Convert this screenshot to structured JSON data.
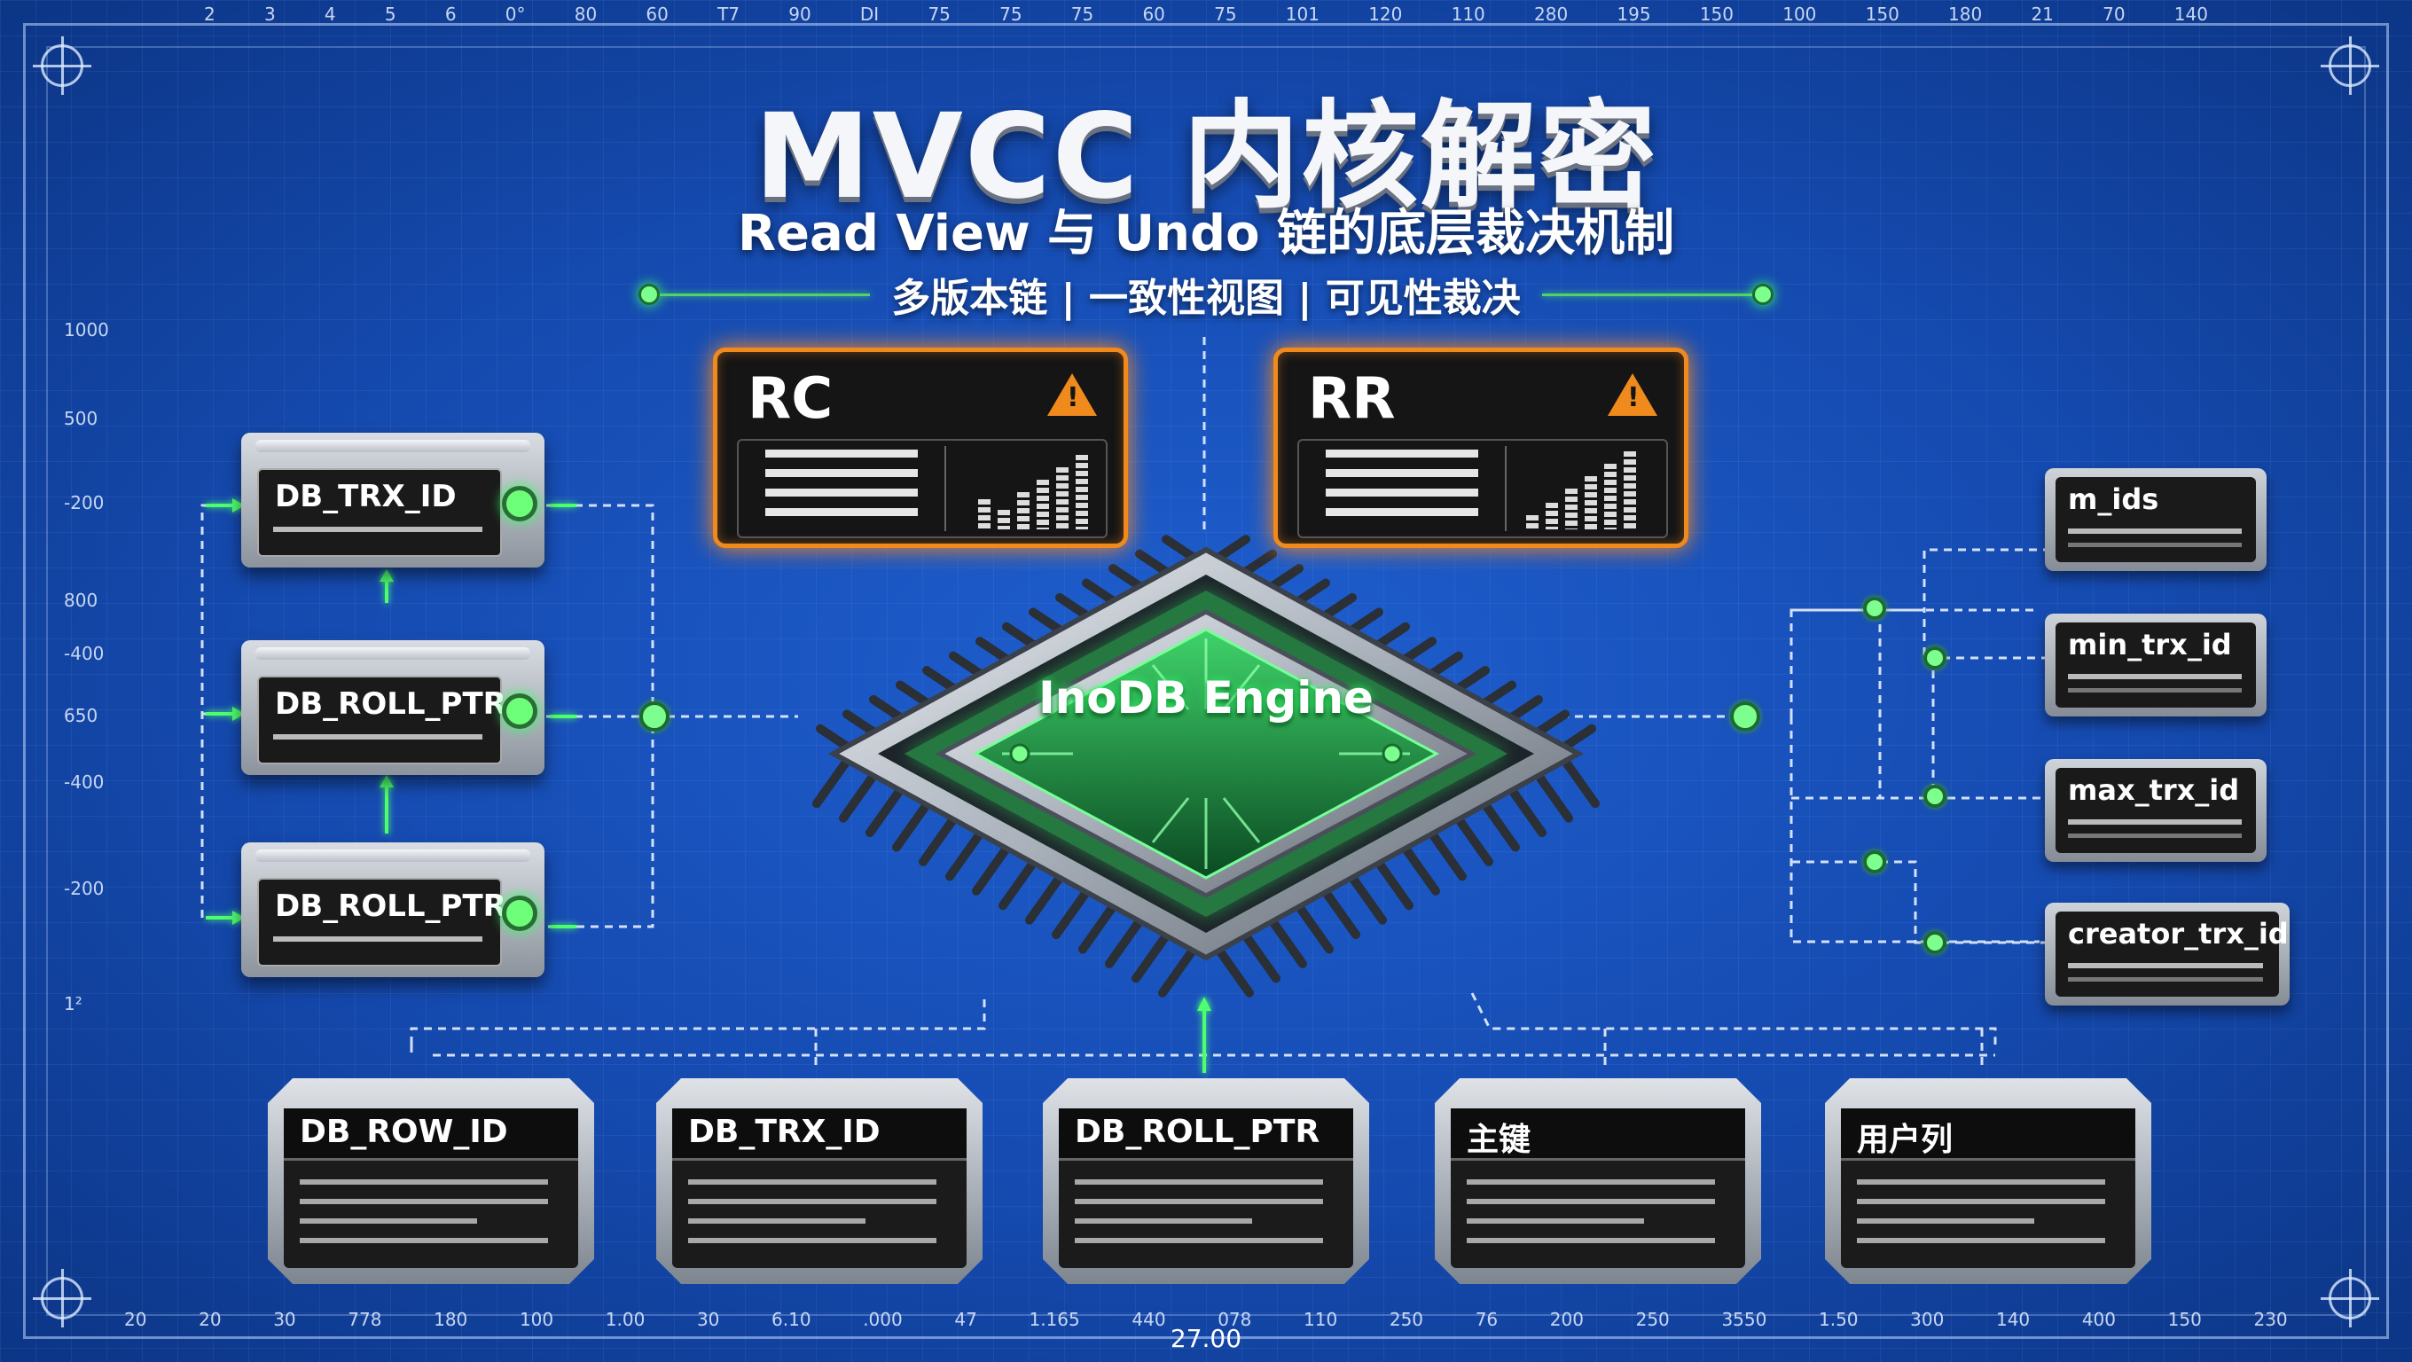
{
  "title": "MVCC 内核解密",
  "subtitle": "Read View 与 Undo 链的底层裁决机制",
  "tagline": "多版本链 | 一致性视图 | 可见性裁决",
  "modes": [
    {
      "label": "RC"
    },
    {
      "label": "RR"
    }
  ],
  "engine_label": "InoDB Engine",
  "undo_chain": [
    {
      "label": "DB_TRX_ID"
    },
    {
      "label": "DB_ROLL_PTR"
    },
    {
      "label": "DB_ROLL_PTR"
    }
  ],
  "read_view": [
    {
      "label": "m_ids"
    },
    {
      "label": "min_trx_id"
    },
    {
      "label": "max_trx_id"
    },
    {
      "label": "creator_trx_id"
    }
  ],
  "row_fields": [
    {
      "label": "DB_ROW_ID"
    },
    {
      "label": "DB_TRX_ID"
    },
    {
      "label": "DB_ROLL_PTR"
    },
    {
      "label": "主键"
    },
    {
      "label": "用户列"
    }
  ],
  "ruler": {
    "top": [
      "2",
      "3",
      "4",
      "5",
      "6",
      "0°",
      "80",
      "60",
      "T7",
      "90",
      "DI",
      "75",
      "75",
      "75",
      "60",
      "75",
      "101",
      "120",
      "110",
      "280",
      "195",
      "150",
      "100",
      "150",
      "180",
      "21",
      "70",
      "140"
    ],
    "bottom": [
      "20",
      "20",
      "30",
      "778",
      "180",
      "100",
      "1.00",
      "30",
      "6.10",
      ".000",
      "47",
      "1.165",
      "440",
      "078",
      "110",
      "250",
      "76",
      "200",
      "250",
      "3550",
      "1.50",
      "300",
      "140",
      "400",
      "150",
      "230"
    ],
    "left": [
      "1000",
      "500",
      "-200",
      "800",
      "-400",
      "650",
      "-400",
      "-200",
      "1²"
    ],
    "bottom_center": "27.00"
  },
  "colors": {
    "background": "#154aaf",
    "accent_green": "#39ff6a",
    "warning_orange": "#f08a1c"
  }
}
